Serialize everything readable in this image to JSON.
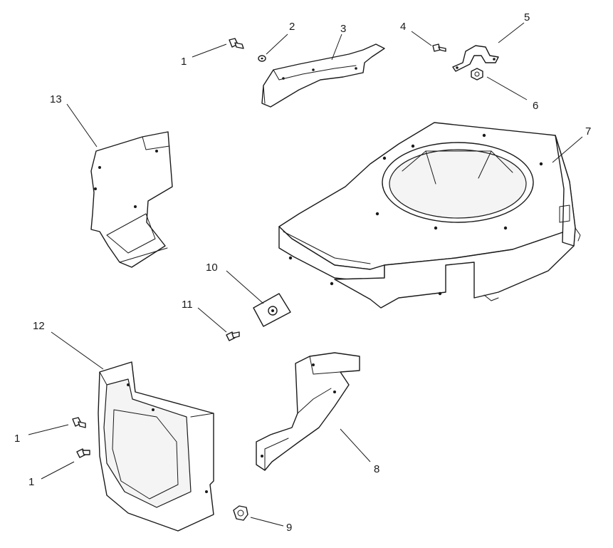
{
  "diagram": {
    "callouts": [
      {
        "id": "c1a",
        "label": "1"
      },
      {
        "id": "c2",
        "label": "2"
      },
      {
        "id": "c3",
        "label": "3"
      },
      {
        "id": "c4",
        "label": "4"
      },
      {
        "id": "c5",
        "label": "5"
      },
      {
        "id": "c6",
        "label": "6"
      },
      {
        "id": "c7",
        "label": "7"
      },
      {
        "id": "c8",
        "label": "8"
      },
      {
        "id": "c9",
        "label": "9"
      },
      {
        "id": "c10",
        "label": "10"
      },
      {
        "id": "c11",
        "label": "11"
      },
      {
        "id": "c12",
        "label": "12"
      },
      {
        "id": "c13",
        "label": "13"
      },
      {
        "id": "c1b",
        "label": "1"
      },
      {
        "id": "c1c",
        "label": "1"
      }
    ]
  }
}
